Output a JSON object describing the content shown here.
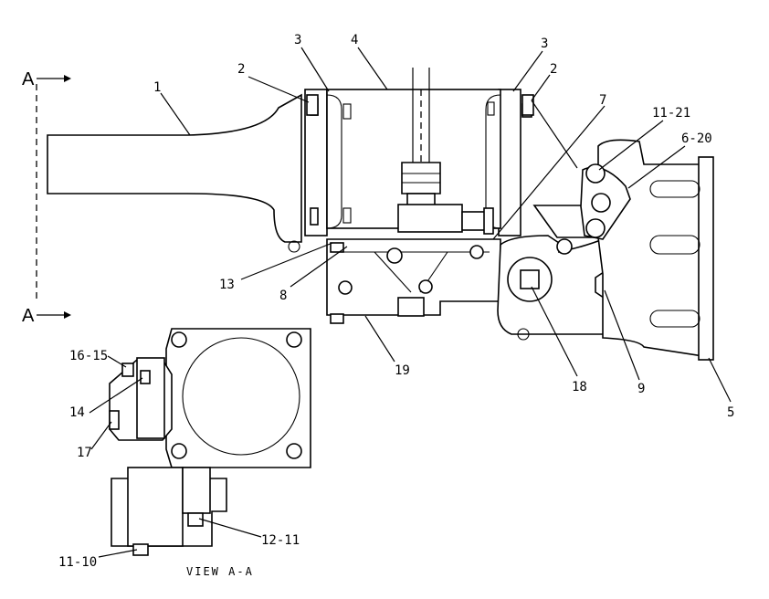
{
  "section_marks": {
    "top": "A",
    "bottom": "A"
  },
  "callouts": [
    "1",
    "2",
    "3",
    "4",
    "3",
    "2",
    "7",
    "11-21",
    "6-20",
    "13",
    "8",
    "19",
    "18",
    "9",
    "5",
    "16-15",
    "14",
    "17",
    "12-11",
    "11-10"
  ],
  "view_label": "VIEW A-A"
}
